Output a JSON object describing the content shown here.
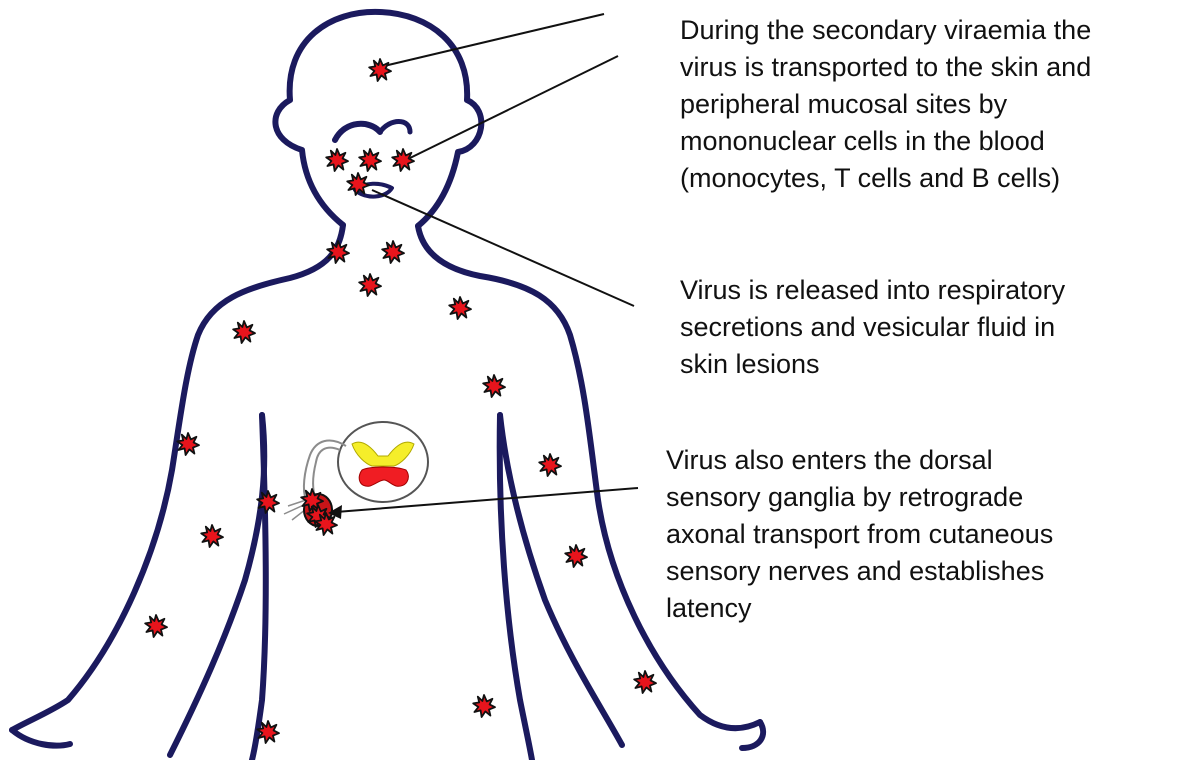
{
  "annotations": {
    "viraemia": [
      "During the secondary viraemia the",
      "virus is transported to the skin and",
      "peripheral mucosal sites by",
      "mononuclear cells in the blood",
      "(monocytes, T cells and B cells)"
    ],
    "release": [
      "Virus is released into respiratory",
      "secretions and vesicular fluid in",
      "skin lesions"
    ],
    "ganglia": [
      "Virus also enters the dorsal",
      "sensory ganglia by retrograde",
      "axonal transport from cutaneous",
      "sensory nerves and establishes",
      "latency"
    ]
  },
  "colors": {
    "body_outline": "#1b1a5e",
    "lesion_fill": "#e8141c",
    "lesion_outline": "#111111",
    "spinal_gray_matter": "#f5ee2a",
    "spinal_red": "#f01d23",
    "leader_line": "#111111"
  },
  "icons": {
    "lesion": "star-burst-lesion-icon",
    "spinal_cord": "spinal-cord-cross-section-icon"
  }
}
